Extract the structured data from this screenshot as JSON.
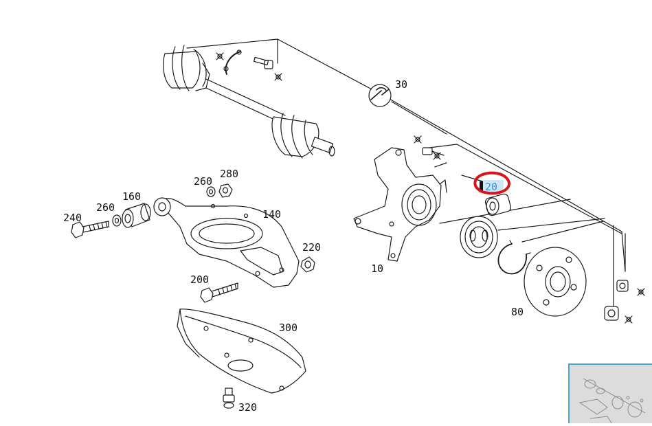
{
  "labels": {
    "l30": "30",
    "l20": "20",
    "l10": "10",
    "l80": "80",
    "l140": "140",
    "l160": "160",
    "l200": "200",
    "l220": "220",
    "l240": "240",
    "l260a": "260",
    "l260b": "260",
    "l280": "280",
    "l300": "300",
    "l320": "320"
  },
  "colors": {
    "line": "#1a1a1a",
    "highlight_circle": "#d9151b",
    "selected_label": "#3a8fd0",
    "thumbnail_border": "#4aa3c8",
    "thumbnail_bg": "#dcdcdc"
  },
  "selection": {
    "selected_part": "20"
  },
  "icons": {
    "thumbnail": "overview-thumbnail-icon"
  }
}
